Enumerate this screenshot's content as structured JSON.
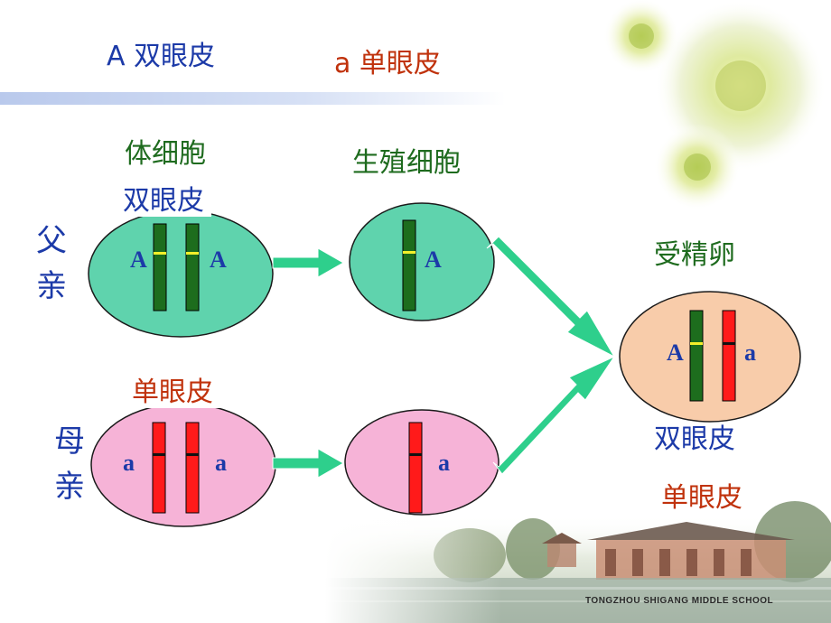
{
  "header": {
    "dominant_label": "A 双眼皮",
    "recessive_label": "a 单眼皮"
  },
  "columns": {
    "body_cell": "体细胞",
    "germ_cell": "生殖细胞",
    "zygote": "受精卵"
  },
  "father": {
    "label": "父\n亲",
    "label_line1": "父",
    "label_line2": "亲",
    "phenotype": "双眼皮",
    "body_alleles": [
      "A",
      "A"
    ],
    "germ_allele": "A"
  },
  "mother": {
    "label_line1": "母",
    "label_line2": "亲",
    "phenotype": "单眼皮",
    "body_alleles": [
      "a",
      "a"
    ],
    "germ_allele": "a"
  },
  "zygote": {
    "alleles": [
      "A",
      "a"
    ],
    "phenotype": "双眼皮",
    "carried_trait": "单眼皮"
  },
  "footer": {
    "school": "TONGZHOU  SHIGANG  MIDDLE  SCHOOL"
  },
  "colors": {
    "father_cell": "#5fd3ad",
    "mother_cell": "#f6b3d7",
    "zygote_cell": "#f8ccaa",
    "chromosome_green": "#1d6d1d",
    "chromosome_red": "#ff1a1a",
    "arrow": "#2ecf8c"
  }
}
